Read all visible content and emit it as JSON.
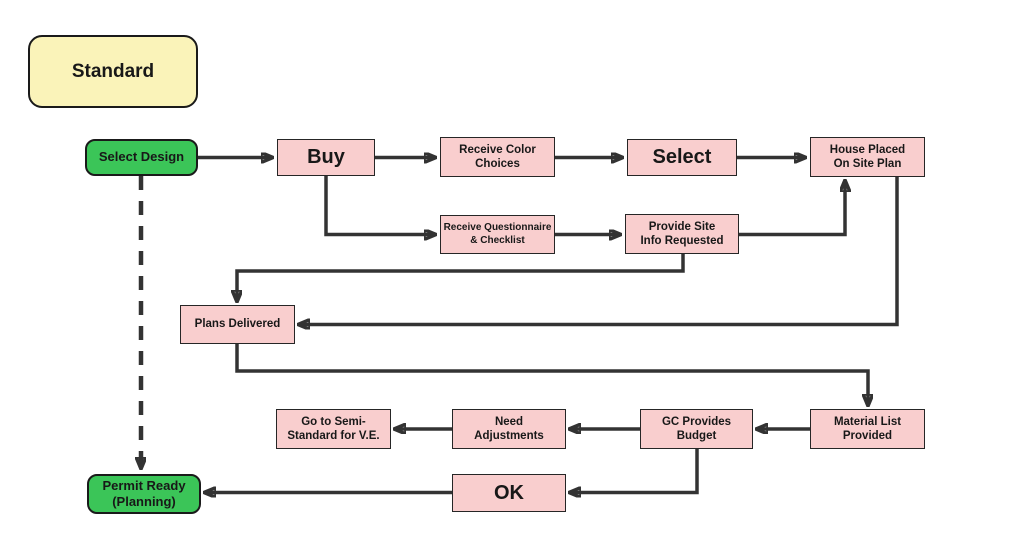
{
  "diagram_title": "Standard",
  "colors": {
    "yellow": "#FAF3B9",
    "green": "#3BC558",
    "pink": "#F9CECE",
    "arrow": "#333333",
    "border": "#1a1a1a"
  },
  "nodes": {
    "standard": "Standard",
    "select_design": "Select Design",
    "buy": "Buy",
    "receive_color": "Receive Color\nChoices",
    "select": "Select",
    "house_placed": "House Placed\nOn Site Plan",
    "receive_questionnaire": "Receive Questionnaire\n& Checklist",
    "provide_site": "Provide Site\nInfo Requested",
    "plans_delivered": "Plans Delivered",
    "material_list": "Material List\nProvided",
    "gc_budget": "GC Provides\nBudget",
    "need_adjustments": "Need\nAdjustments",
    "go_semi_standard": "Go to Semi-\nStandard for V.E.",
    "ok": "OK",
    "permit_ready": "Permit Ready\n(Planning)"
  }
}
